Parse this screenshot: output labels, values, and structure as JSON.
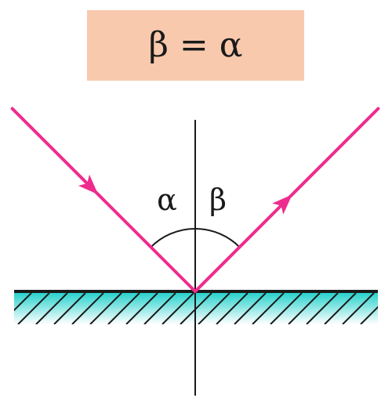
{
  "formula": {
    "text": "β = α",
    "box_color": "#f9c9ad"
  },
  "angles": {
    "incident_label": "α",
    "reflected_label": "β",
    "incident_deg": 45,
    "reflected_deg": 45
  },
  "colors": {
    "ray": "#ee2c8e",
    "mirror_fill_top": "#1fcfca",
    "mirror_fill_bottom": "#ffffff",
    "mirror_edge": "#1a1a1a",
    "normal_line": "#1a1a1a",
    "text": "#1a1a1a"
  },
  "icons": {
    "ray_arrow": "arrowhead-icon"
  }
}
